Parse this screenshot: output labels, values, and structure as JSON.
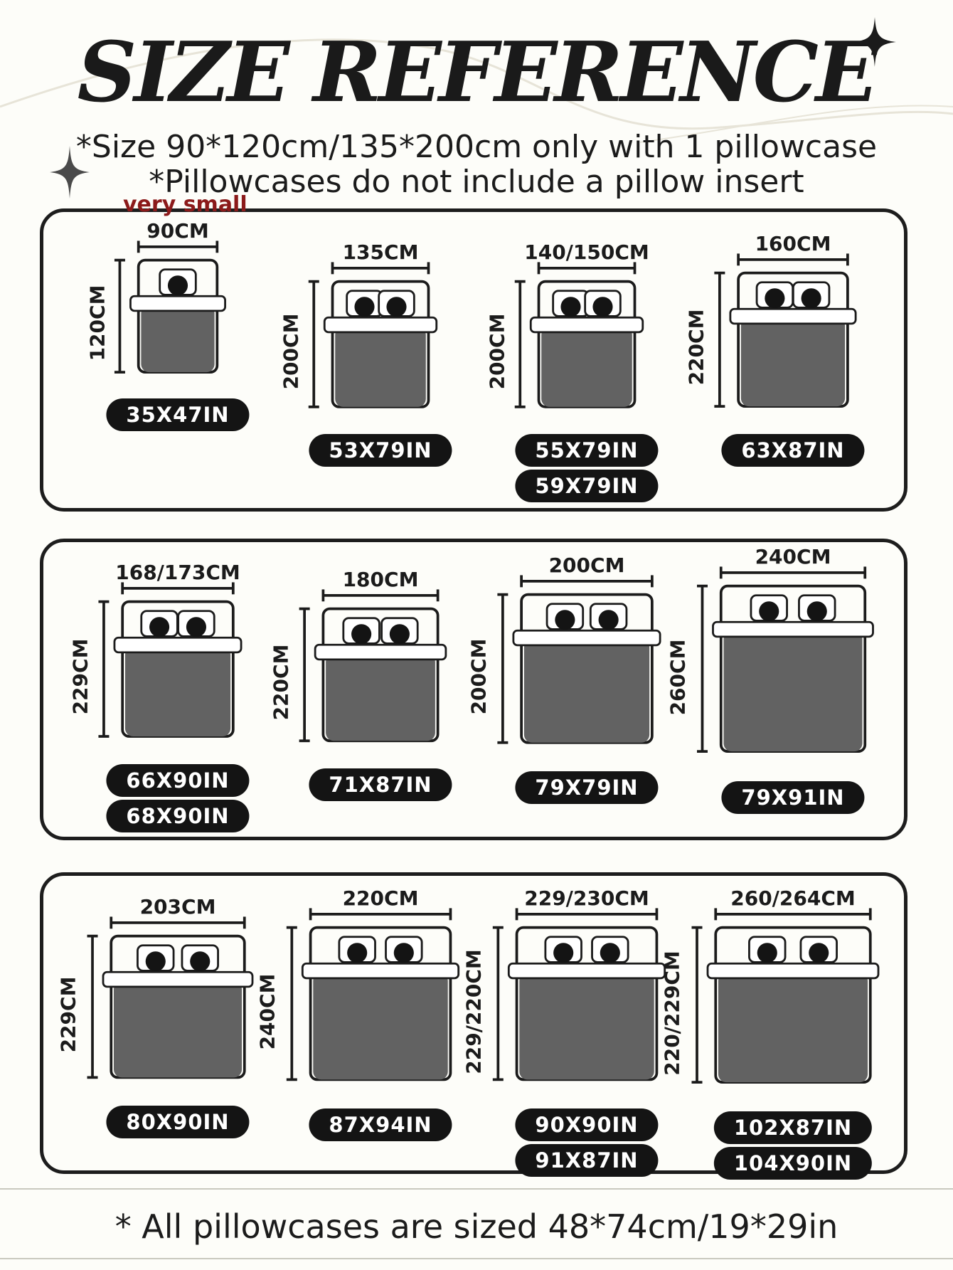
{
  "header": {
    "title": "SIZE REFERENCE",
    "note_1": "*Size 90*120cm/135*200cm only with 1 pillowcase",
    "note_2": "*Pillowcases do not include a pillow insert"
  },
  "sizes": [
    {
      "id": "s1",
      "note": "very small",
      "width": "90CM",
      "height": "120CM",
      "inches": [
        "35X47IN"
      ],
      "people": 1
    },
    {
      "id": "s2",
      "width": "135CM",
      "height": "200CM",
      "inches": [
        "53X79IN"
      ],
      "people": 2
    },
    {
      "id": "s3",
      "width": "140/150CM",
      "height": "200CM",
      "inches": [
        "55X79IN",
        "59X79IN"
      ],
      "people": 2
    },
    {
      "id": "s4",
      "width": "160CM",
      "height": "220CM",
      "inches": [
        "63X87IN"
      ],
      "people": 2
    },
    {
      "id": "s5",
      "width": "168/173CM",
      "height": "229CM",
      "inches": [
        "66X90IN",
        "68X90IN"
      ],
      "people": 2
    },
    {
      "id": "s6",
      "width": "180CM",
      "height": "220CM",
      "inches": [
        "71X87IN"
      ],
      "people": 2
    },
    {
      "id": "s7",
      "width": "200CM",
      "height": "200CM",
      "inches": [
        "79X79IN"
      ],
      "people": 2
    },
    {
      "id": "s8",
      "width": "240CM",
      "height": "260CM",
      "inches": [
        "79X91IN"
      ],
      "people": 2
    },
    {
      "id": "s9",
      "width": "203CM",
      "height": "229CM",
      "inches": [
        "80X90IN"
      ],
      "people": 2
    },
    {
      "id": "s10",
      "width": "220CM",
      "height": "240CM",
      "inches": [
        "87X94IN"
      ],
      "people": 2
    },
    {
      "id": "s11",
      "width": "229/230CM",
      "height": "229/220CM",
      "inches": [
        "90X90IN",
        "91X87IN"
      ],
      "people": 2
    },
    {
      "id": "s12",
      "width": "260/264CM",
      "height": "220/229CM",
      "inches": [
        "102X87IN",
        "104X90IN"
      ],
      "people": 2
    }
  ],
  "footer": "* All pillowcases are sized 48*74cm/19*29in",
  "colors": {
    "duvet": "#626262",
    "pill": "#141414",
    "note_red": "#8b1a1a",
    "background": "#fdfdf9"
  },
  "icons": [
    "sparkle-icon",
    "bed-icon",
    "pillow-icon",
    "person-icon"
  ]
}
